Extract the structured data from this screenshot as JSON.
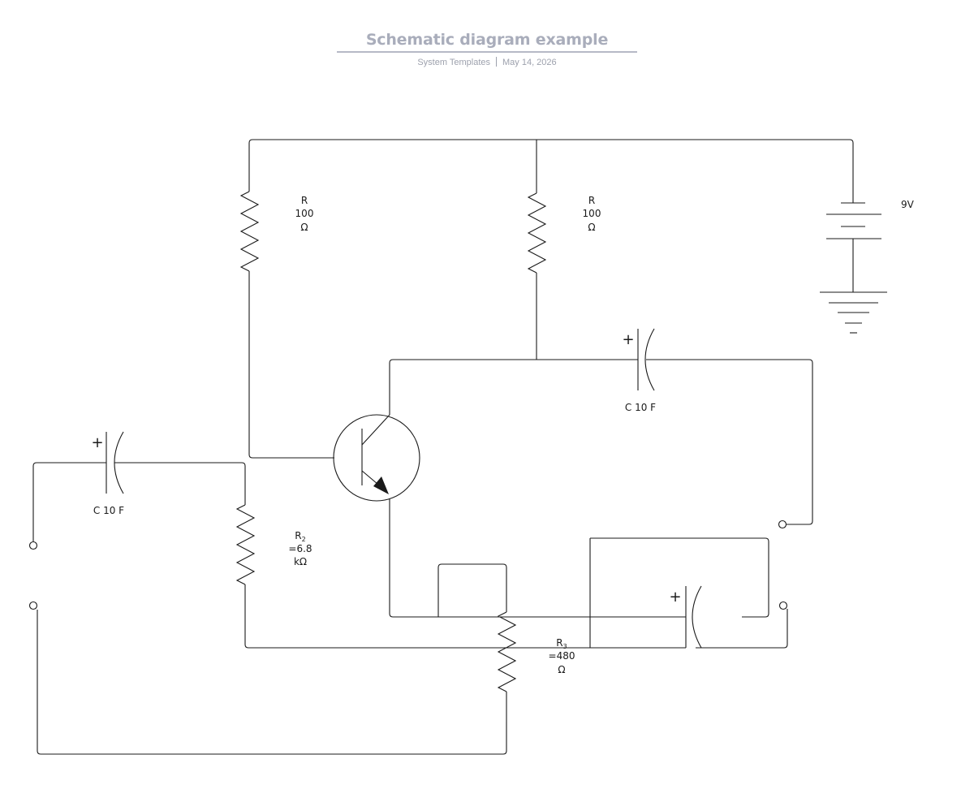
{
  "header": {
    "title": "Schematic diagram example",
    "owner": "System Templates",
    "date": "May 14, 2026"
  },
  "components": {
    "r_left": {
      "name": "R",
      "value": "100",
      "unit": "Ω"
    },
    "r_mid": {
      "name": "R",
      "value": "100",
      "unit": "Ω"
    },
    "battery": {
      "label": "9V"
    },
    "c_top": {
      "label": "C 10 F",
      "polarity": "+"
    },
    "c_left": {
      "label": "C 10 F",
      "polarity": "+"
    },
    "c_right": {
      "polarity": "+"
    },
    "r2": {
      "name": "R",
      "sub": "2",
      "value": "=6.8",
      "unit": "kΩ"
    },
    "r3": {
      "name": "R",
      "sub": "3",
      "value": "=480",
      "unit": "Ω"
    }
  }
}
